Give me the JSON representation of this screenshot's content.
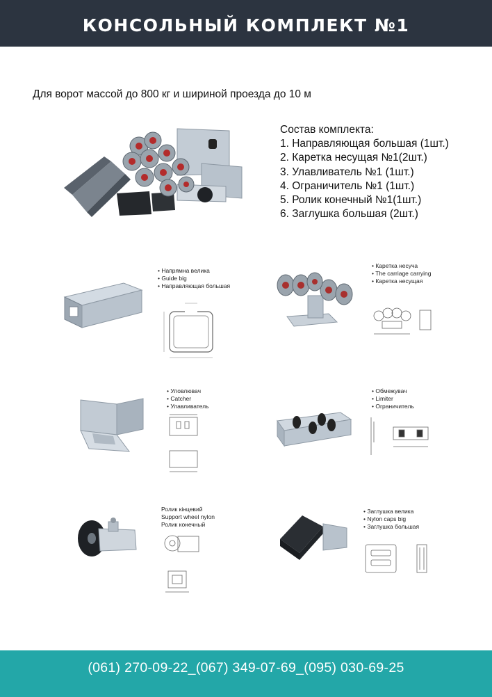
{
  "header": {
    "title": "КОНСОЛЬНЫЙ КОМПЛЕКТ №1"
  },
  "subtitle": "Для ворот массой до 800 кг и шириной проезда до 10 м",
  "contents": {
    "heading": "Состав комплекта:",
    "items": [
      "1. Направляющая большая (1шт.)",
      "2. Каретка несущая №1(2шт.)",
      "3. Улавливатель №1  (1шт.)",
      "4. Ограничитель №1  (1шт.)",
      "5. Ролик конечный №1(1шт.)",
      "6. Заглушка большая  (2шт.)"
    ]
  },
  "parts": [
    {
      "lines": [
        "Напрямна велика",
        "Guide big",
        "Направляющая большая"
      ]
    },
    {
      "lines": [
        "Каретка несуча",
        "The carriage carrying",
        "Каретка несущая"
      ]
    },
    {
      "lines": [
        "Уловлювач",
        "Catcher",
        "Улавливатель"
      ]
    },
    {
      "lines": [
        "Обмежувач",
        "Limiter",
        "Ограничитель"
      ]
    },
    {
      "lines": [
        "Ролик кінцевий",
        "Support wheel nylon",
        "Ролик конечный"
      ]
    },
    {
      "lines": [
        "Заглушка велика",
        "Nylon caps big",
        "Заглушка большая"
      ]
    }
  ],
  "footer": {
    "phones": "(061) 270-09-22_(067) 349-07-69_(095) 030-69-25"
  },
  "colors": {
    "header_bg": "#2c3440",
    "footer_bg": "#23a7a8",
    "metal": "#aab4bf"
  }
}
